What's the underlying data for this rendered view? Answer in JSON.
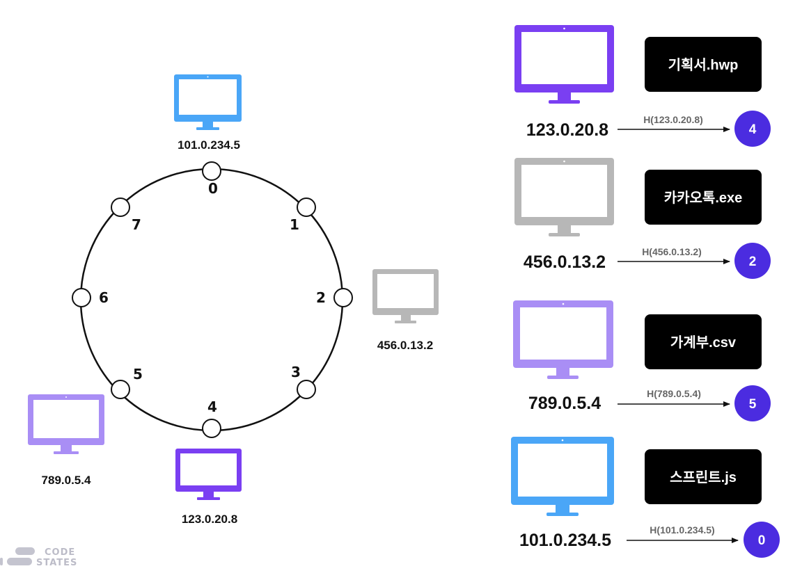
{
  "colors": {
    "purple_dark": "#7a3ff2",
    "purple_light": "#a98ef5",
    "blue": "#4aa6f7",
    "gray": "#b7b7b7",
    "badge": "#4b2ce0",
    "file_box": "#000000",
    "logo": "#c4c4cf"
  },
  "ring": {
    "nodes": [
      "0",
      "1",
      "2",
      "3",
      "4",
      "5",
      "6",
      "7"
    ]
  },
  "ring_computers": [
    {
      "ip": "101.0.234.5",
      "color": "blue",
      "icon": "monitor-icon"
    },
    {
      "ip": "456.0.13.2",
      "color": "gray",
      "icon": "monitor-icon"
    },
    {
      "ip": "789.0.5.4",
      "color": "purple_light",
      "icon": "monitor-icon"
    },
    {
      "ip": "123.0.20.8",
      "color": "purple_dark",
      "icon": "monitor-icon"
    }
  ],
  "mappings": [
    {
      "file": "기획서.hwp",
      "ip": "123.0.20.8",
      "hash": "H(123.0.20.8)",
      "result": "4",
      "color": "purple_dark",
      "icon": "monitor-icon"
    },
    {
      "file": "카카오톡.exe",
      "ip": "456.0.13.2",
      "hash": "H(456.0.13.2)",
      "result": "2",
      "color": "gray",
      "icon": "monitor-icon"
    },
    {
      "file": "가계부.csv",
      "ip": "789.0.5.4",
      "hash": "H(789.0.5.4)",
      "result": "5",
      "color": "purple_light",
      "icon": "monitor-icon"
    },
    {
      "file": "스프린트.js",
      "ip": "101.0.234.5",
      "hash": "H(101.0.234.5)",
      "result": "0",
      "color": "blue",
      "icon": "monitor-icon"
    }
  ],
  "logo": {
    "line1": "CODE",
    "line2": "STATES",
    "icon": "codestates-logo-icon"
  }
}
